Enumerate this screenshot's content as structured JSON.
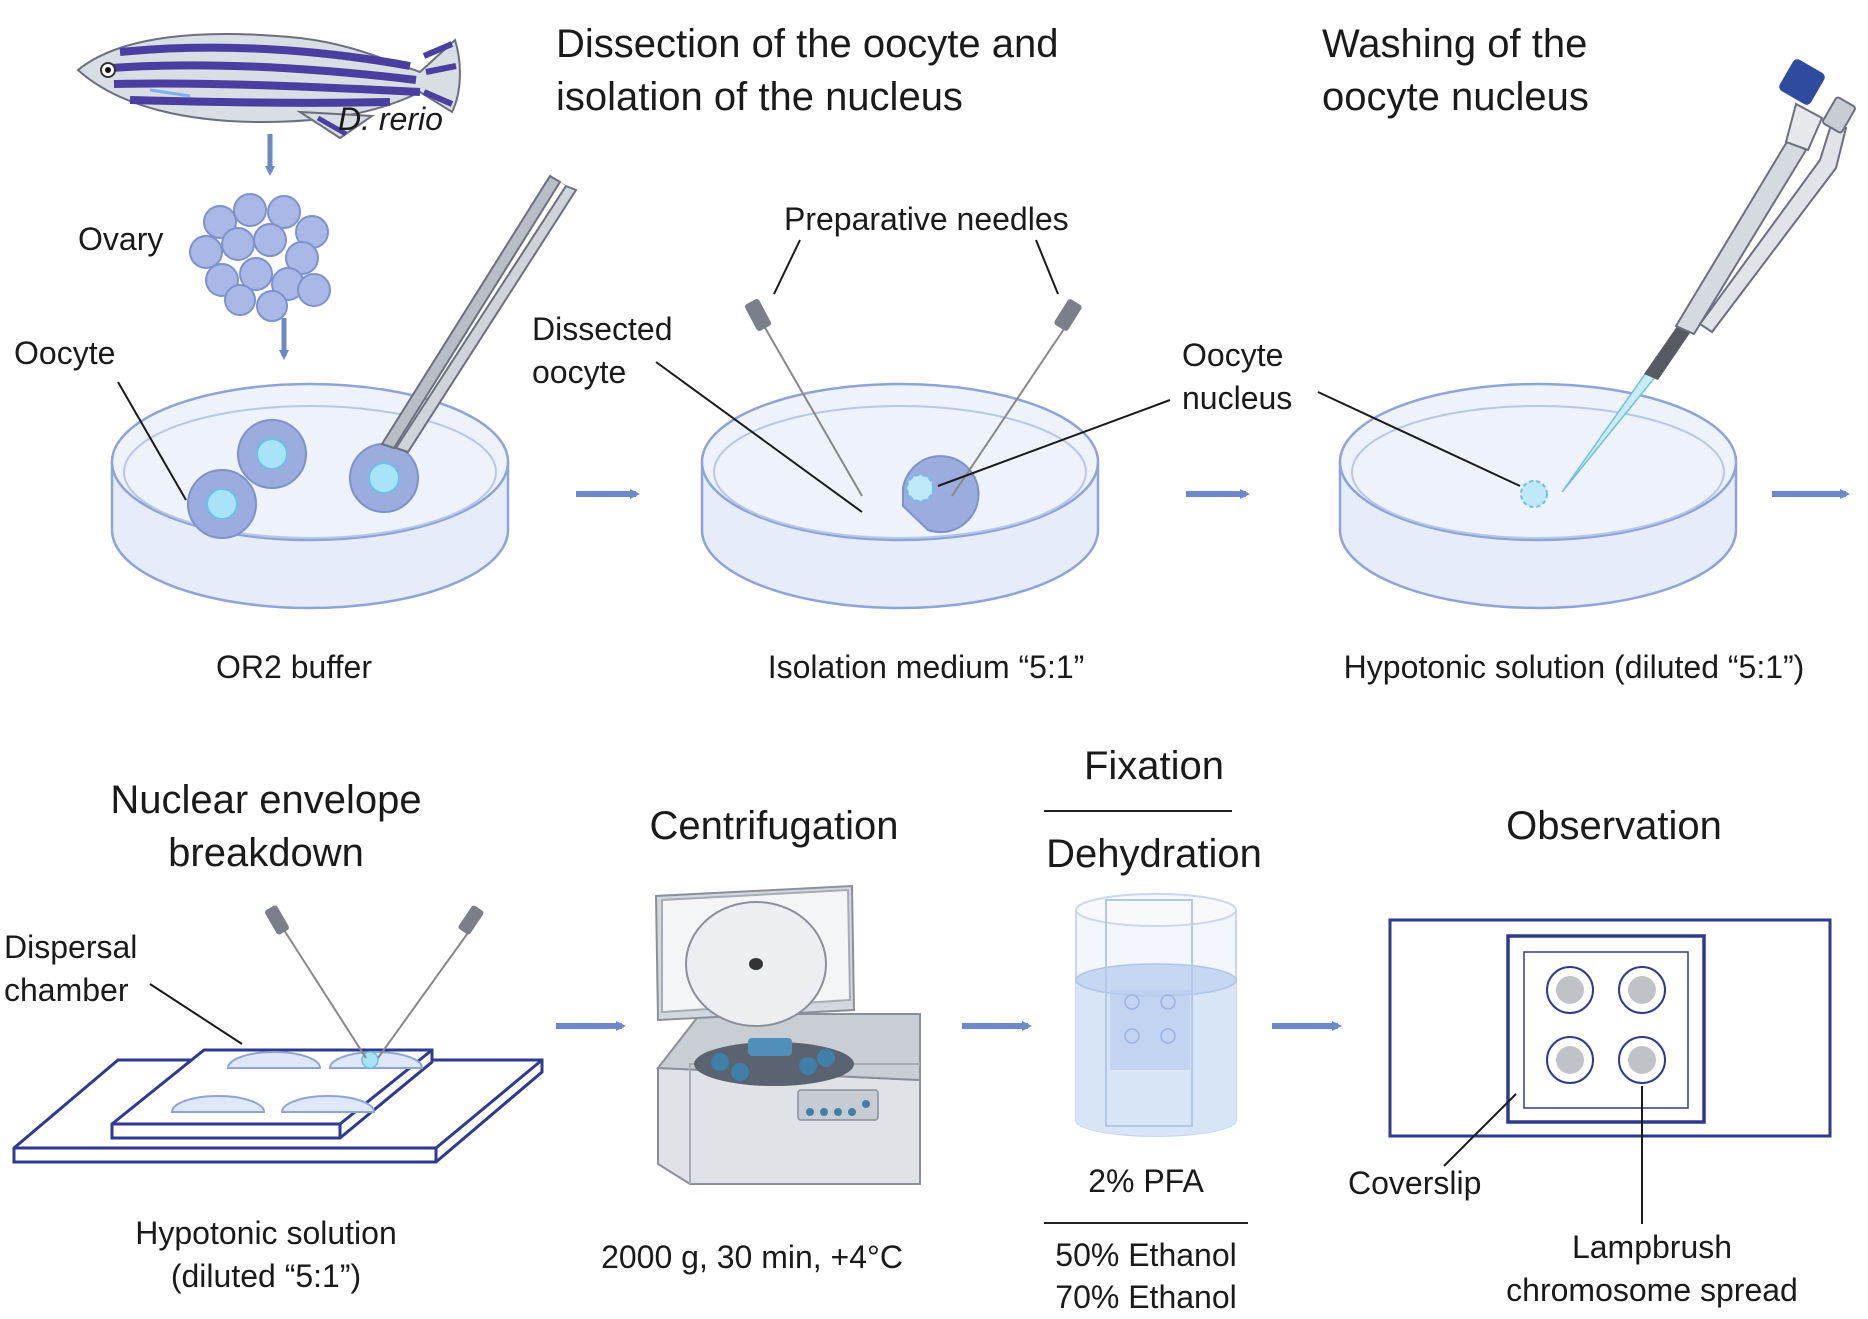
{
  "colors": {
    "dish_rim": "#8ea4d8",
    "dish_fill": "#e8edf9",
    "cell": "#9aadde",
    "cell_dark": "#7d92cc",
    "nucleus": "#a9e3f8",
    "arrow": "#6d88c6",
    "slide_outline": "#2e3a8c",
    "fish_stripe": "#4a3ea0",
    "leader": "#1a1a1a"
  },
  "top_row": {
    "species_label": "D. rerio",
    "ovary_label": "Ovary",
    "oocyte_label": "Oocyte",
    "dissection_title": [
      "Dissection of the oocyte and",
      "isolation of the nucleus"
    ],
    "washing_title": [
      "Washing of the",
      "oocyte nucleus"
    ],
    "needles_label": "Preparative needles",
    "dissected_label": [
      "Dissected",
      "oocyte"
    ],
    "nucleus_label": [
      "Oocyte",
      "nucleus"
    ],
    "buffer_1": "OR2 buffer",
    "buffer_2": "Isolation medium “5:1”",
    "buffer_3": "Hypotonic solution (diluted “5:1”)"
  },
  "bottom_row": {
    "breakdown_title": [
      "Nuclear envelope",
      "breakdown"
    ],
    "chamber_label": [
      "Dispersal",
      "chamber"
    ],
    "hypotonic_label": [
      "Hypotonic solution",
      "(diluted “5:1”)"
    ],
    "centrifugation_title": "Centrifugation",
    "centrifugation_params": "2000 g, 30 min, +4°C",
    "fixation_title": "Fixation",
    "dehydration_title": "Dehydration",
    "pfa_label": "2% PFA",
    "ethanol_1": "50% Ethanol",
    "ethanol_2": "70% Ethanol",
    "observation_title": "Observation",
    "coverslip_label": "Coverslip",
    "spread_label": [
      "Lampbrush",
      "chromosome spread"
    ]
  }
}
